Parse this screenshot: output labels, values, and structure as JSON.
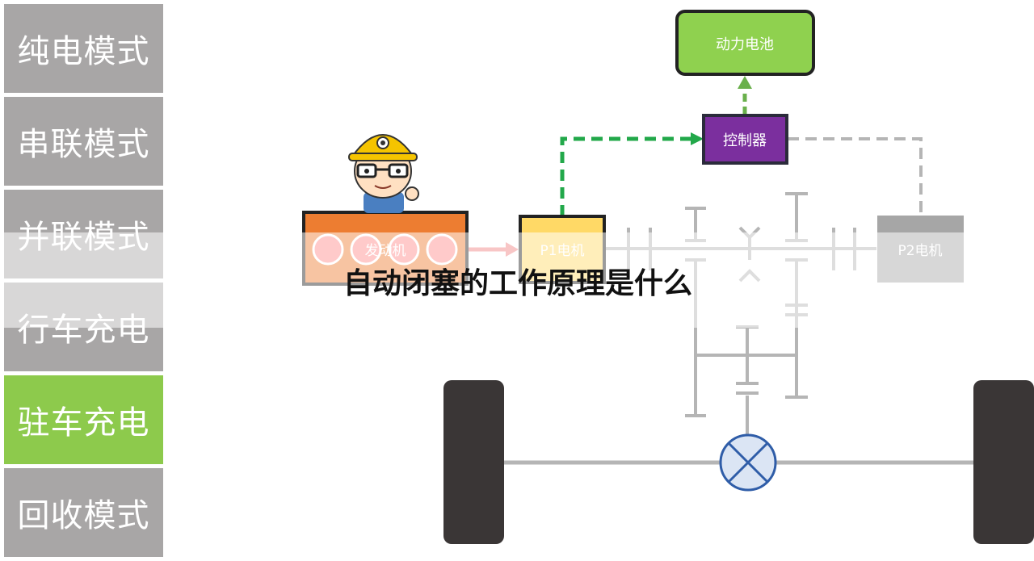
{
  "sidebar": {
    "items": [
      {
        "label": "纯电模式",
        "active": false
      },
      {
        "label": "串联模式",
        "active": false
      },
      {
        "label": "并联模式",
        "active": false
      },
      {
        "label": "行车充电",
        "active": false
      },
      {
        "label": "驻车充电",
        "active": true
      },
      {
        "label": "回收模式",
        "active": false
      }
    ]
  },
  "diagram": {
    "battery_label": "动力电池",
    "controller_label": "控制器",
    "engine_label": "发动机",
    "p1_motor_label": "P1电机",
    "p2_motor_label": "P2电机"
  },
  "overlay": {
    "title": "自动闭塞的工作原理是什么"
  },
  "colors": {
    "sidebar_gray": "#a8a6a6",
    "sidebar_active": "#8dca4c",
    "battery": "#8fd14f",
    "controller": "#7b2f9e",
    "engine": "#ed7d31",
    "p1_motor": "#ffd966",
    "p2_motor": "#a6a6a6",
    "energy_flow_green": "#22a84a",
    "flow_red": "#f08080",
    "wheel": "#3a3636"
  }
}
